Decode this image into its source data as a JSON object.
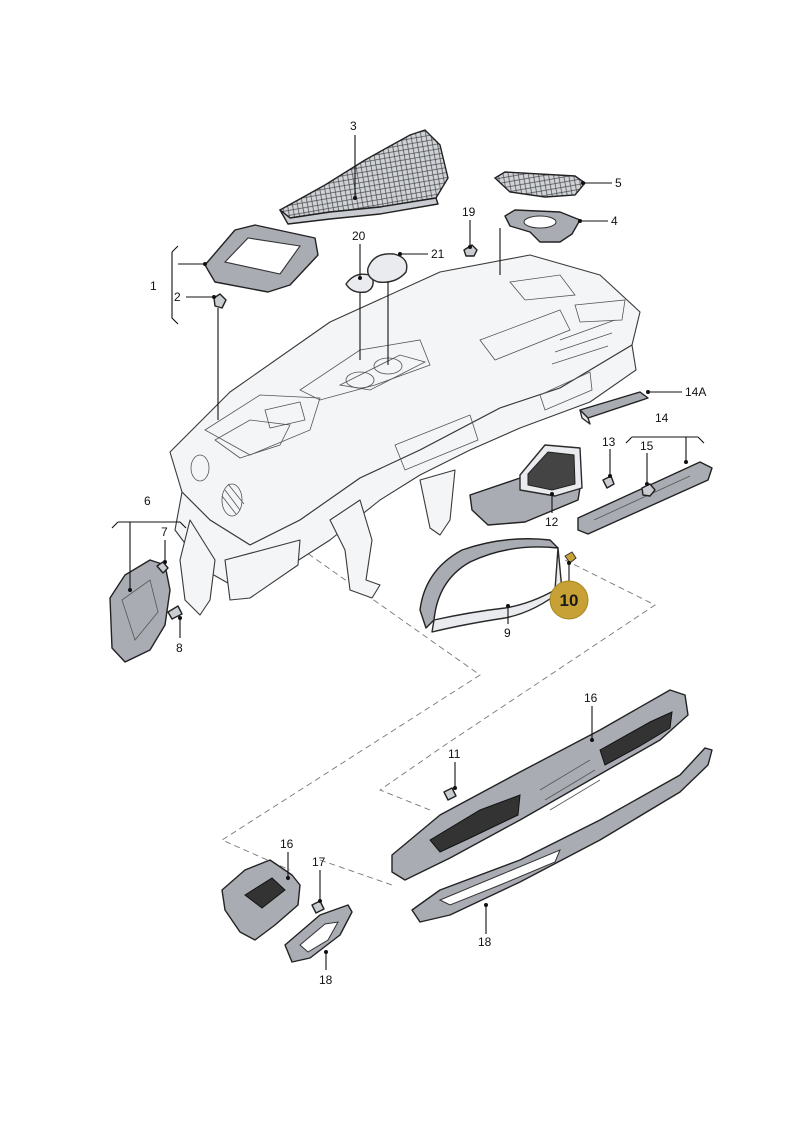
{
  "callouts": [
    {
      "id": "c3",
      "label": "3"
    },
    {
      "id": "c5",
      "label": "5"
    },
    {
      "id": "c4",
      "label": "4"
    },
    {
      "id": "c19",
      "label": "19"
    },
    {
      "id": "c20",
      "label": "20"
    },
    {
      "id": "c21",
      "label": "21"
    },
    {
      "id": "c1",
      "label": "1"
    },
    {
      "id": "c2",
      "label": "2"
    },
    {
      "id": "c14A",
      "label": "14A"
    },
    {
      "id": "c14",
      "label": "14"
    },
    {
      "id": "c13",
      "label": "13"
    },
    {
      "id": "c15",
      "label": "15"
    },
    {
      "id": "c12",
      "label": "12"
    },
    {
      "id": "c6",
      "label": "6"
    },
    {
      "id": "c7",
      "label": "7"
    },
    {
      "id": "c8",
      "label": "8"
    },
    {
      "id": "c9",
      "label": "9"
    },
    {
      "id": "c16a",
      "label": "16"
    },
    {
      "id": "c11",
      "label": "11"
    },
    {
      "id": "c16b",
      "label": "16"
    },
    {
      "id": "c17",
      "label": "17"
    },
    {
      "id": "c18a",
      "label": "18"
    },
    {
      "id": "c18b",
      "label": "18"
    }
  ],
  "highlight": {
    "label": "10",
    "color": "#c8a136"
  }
}
